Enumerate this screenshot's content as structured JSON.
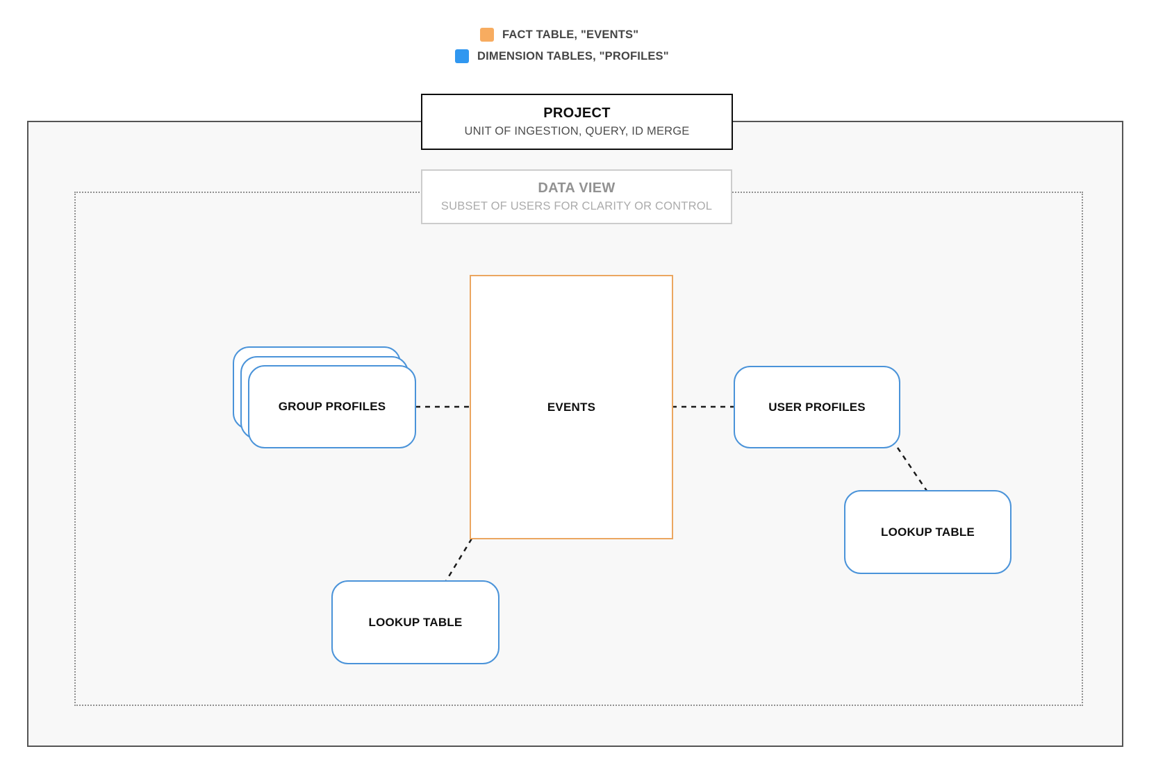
{
  "legend": {
    "items": [
      {
        "id": "fact",
        "label": "FACT TABLE, \"EVENTS\"",
        "color": "#f7ac60"
      },
      {
        "id": "dimension",
        "label": "DIMENSION TABLES, \"PROFILES\"",
        "color": "#3097f0"
      }
    ]
  },
  "project": {
    "title": "PROJECT",
    "subtitle": "UNIT OF INGESTION, QUERY, ID MERGE"
  },
  "data_view": {
    "title": "DATA VIEW",
    "subtitle": "SUBSET OF USERS FOR CLARITY OR CONTROL"
  },
  "nodes": {
    "events": {
      "label": "EVENTS",
      "type": "fact"
    },
    "group_profiles": {
      "label": "GROUP PROFILES",
      "type": "dimension",
      "stacked": true
    },
    "user_profiles": {
      "label": "USER PROFILES",
      "type": "dimension"
    },
    "lookup_right": {
      "label": "LOOKUP TABLE",
      "type": "dimension"
    },
    "lookup_bottom": {
      "label": "LOOKUP TABLE",
      "type": "dimension"
    }
  },
  "edges": [
    {
      "from": "group_profiles",
      "to": "events",
      "style": "dashed"
    },
    {
      "from": "events",
      "to": "user_profiles",
      "style": "dashed"
    },
    {
      "from": "user_profiles",
      "to": "lookup_right",
      "style": "dashed"
    },
    {
      "from": "events",
      "to": "lookup_bottom",
      "style": "dashed"
    }
  ],
  "colors": {
    "legend_fact": "#f7ac60",
    "legend_dimension": "#3097f0",
    "fact_border": "#eba660",
    "dimension_border": "#4a93d9",
    "connector": "#1b1b1b",
    "boundary_solid": "#545454",
    "boundary_dotted": "#8f8f8f",
    "boundary_fill": "#f8f8f8"
  }
}
